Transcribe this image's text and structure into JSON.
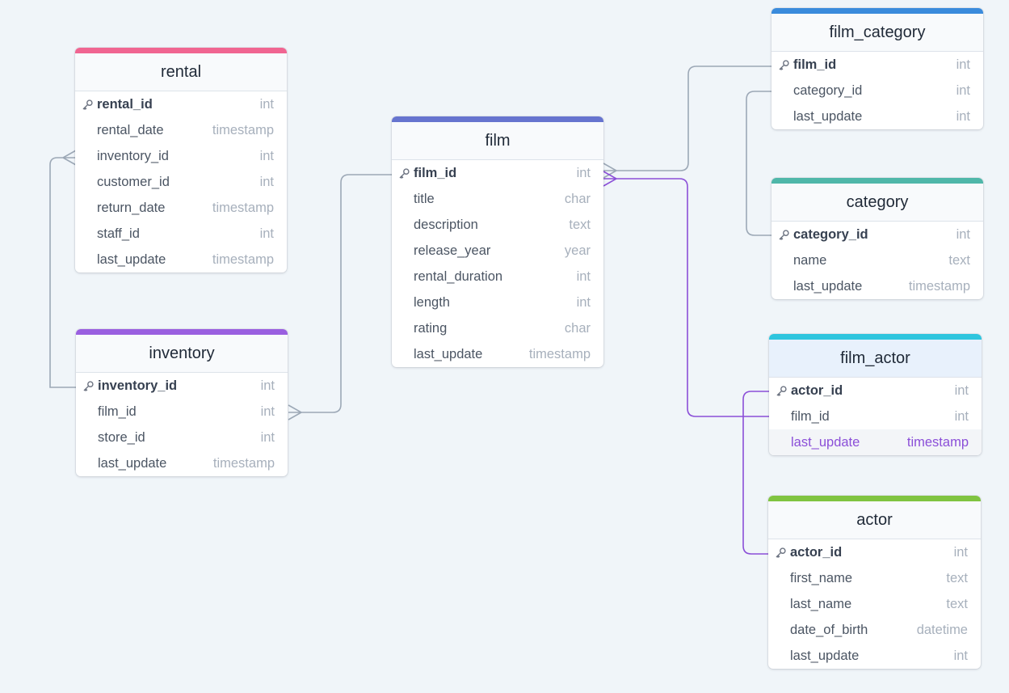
{
  "colors": {
    "background": "#f0f5f9",
    "connector": "#9ca8b6",
    "connector_active": "#8b4fd8",
    "rental": "#f06591",
    "inventory": "#9a5fe0",
    "film": "#6674cf",
    "film_category": "#3a8bdc",
    "category": "#4fb7a9",
    "film_actor": "#2ec5de",
    "actor": "#80c441"
  },
  "tables": [
    {
      "id": "rental",
      "title": "rental",
      "color": "#f06591",
      "fields": [
        {
          "name": "rental_id",
          "type": "int",
          "pk": true
        },
        {
          "name": "rental_date",
          "type": "timestamp"
        },
        {
          "name": "inventory_id",
          "type": "int"
        },
        {
          "name": "customer_id",
          "type": "int"
        },
        {
          "name": "return_date",
          "type": "timestamp"
        },
        {
          "name": "staff_id",
          "type": "int"
        },
        {
          "name": "last_update",
          "type": "timestamp"
        }
      ]
    },
    {
      "id": "inventory",
      "title": "inventory",
      "color": "#9a5fe0",
      "fields": [
        {
          "name": "inventory_id",
          "type": "int",
          "pk": true
        },
        {
          "name": "film_id",
          "type": "int"
        },
        {
          "name": "store_id",
          "type": "int"
        },
        {
          "name": "last_update",
          "type": "timestamp"
        }
      ]
    },
    {
      "id": "film",
      "title": "film",
      "color": "#6674cf",
      "fields": [
        {
          "name": "film_id",
          "type": "int",
          "pk": true
        },
        {
          "name": "title",
          "type": "char"
        },
        {
          "name": "description",
          "type": "text"
        },
        {
          "name": "release_year",
          "type": "year"
        },
        {
          "name": "rental_duration",
          "type": "int"
        },
        {
          "name": "length",
          "type": "int"
        },
        {
          "name": "rating",
          "type": "char"
        },
        {
          "name": "last_update",
          "type": "timestamp"
        }
      ]
    },
    {
      "id": "film_category",
      "title": "film_category",
      "color": "#3a8bdc",
      "fields": [
        {
          "name": "film_id",
          "type": "int",
          "pk": true
        },
        {
          "name": "category_id",
          "type": "int"
        },
        {
          "name": "last_update",
          "type": "int"
        }
      ]
    },
    {
      "id": "category",
      "title": "category",
      "color": "#4fb7a9",
      "fields": [
        {
          "name": "category_id",
          "type": "int",
          "pk": true
        },
        {
          "name": "name",
          "type": "text"
        },
        {
          "name": "last_update",
          "type": "timestamp"
        }
      ]
    },
    {
      "id": "film_actor",
      "title": "film_actor",
      "color": "#2ec5de",
      "active": true,
      "fields": [
        {
          "name": "actor_id",
          "type": "int",
          "pk": true
        },
        {
          "name": "film_id",
          "type": "int"
        },
        {
          "name": "last_update",
          "type": "timestamp",
          "highlight": true
        }
      ]
    },
    {
      "id": "actor",
      "title": "actor",
      "color": "#80c441",
      "fields": [
        {
          "name": "actor_id",
          "type": "int",
          "pk": true
        },
        {
          "name": "first_name",
          "type": "text"
        },
        {
          "name": "last_name",
          "type": "text"
        },
        {
          "name": "date_of_birth",
          "type": "datetime"
        },
        {
          "name": "last_update",
          "type": "int"
        }
      ]
    }
  ]
}
